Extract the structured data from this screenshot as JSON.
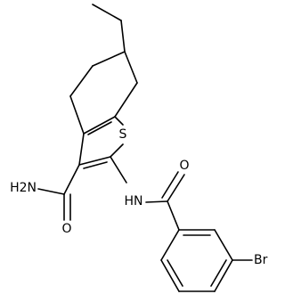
{
  "molecule": {
    "atom_labels": {
      "sulfur": "S",
      "amide_nitrogen_h2": "H2N",
      "amide_oxygen": "O",
      "secondary_amine": "HN",
      "benzoyl_oxygen": "O",
      "bromine": "Br"
    }
  }
}
